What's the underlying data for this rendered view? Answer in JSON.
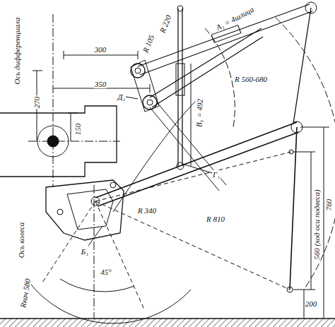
{
  "diagram": {
    "labels": [
      "300",
      "270",
      "R 105",
      "R 220",
      "A₁ = 4шлица",
      "350",
      "Д₁",
      "R 560-680",
      "150",
      "В₁ = 492",
      "Г₁",
      "Ось дифференциала",
      "Ось колеса",
      "R 340",
      "R 810",
      "Б₁",
      "560 (ход оси подвеса)",
      "760",
      "200",
      "Rкач 580",
      "45°"
    ]
  }
}
